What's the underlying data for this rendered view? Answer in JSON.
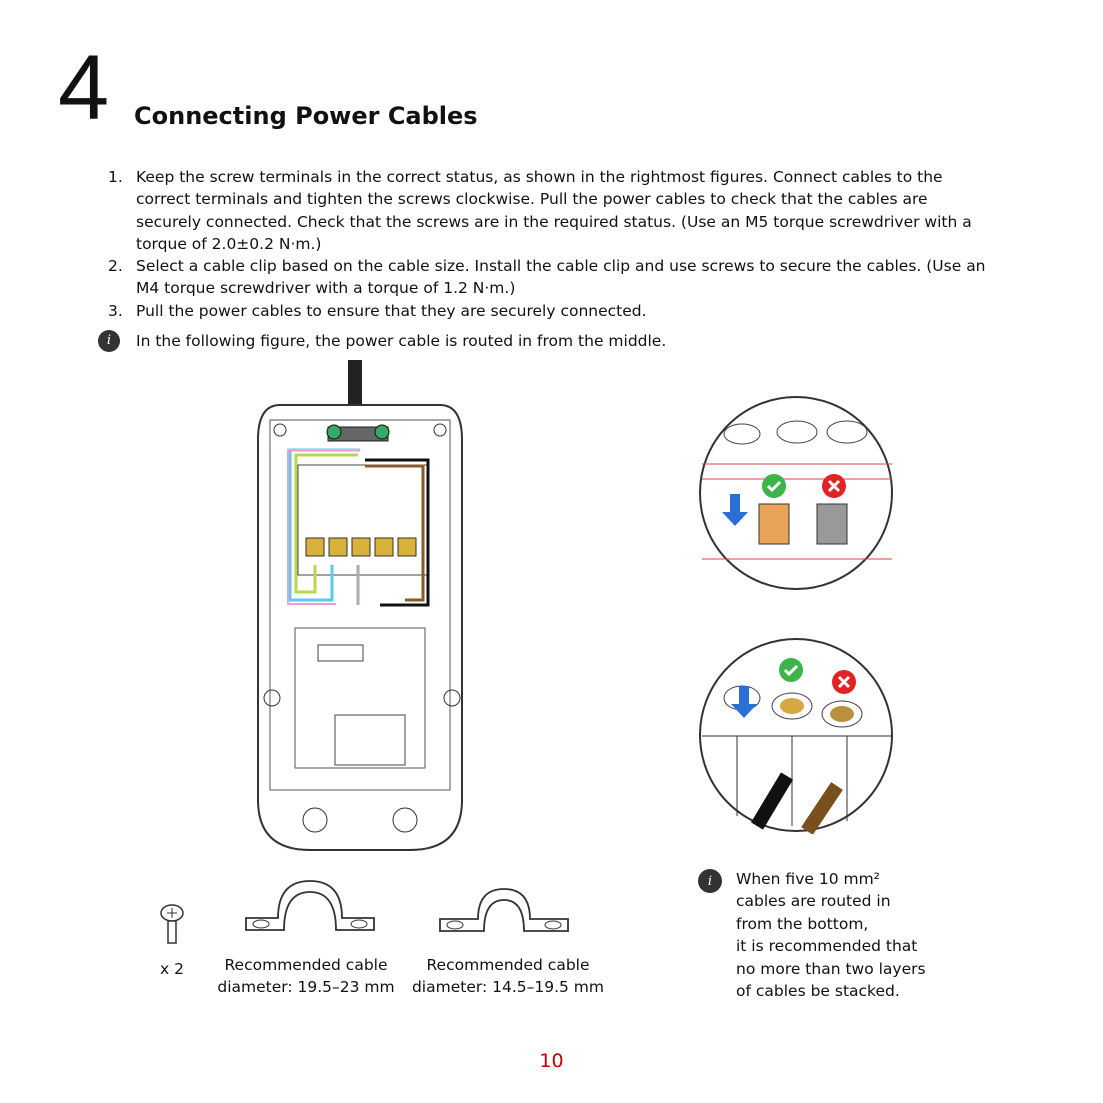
{
  "chapter": {
    "number": "4",
    "title": "Connecting Power Cables"
  },
  "steps": [
    {
      "num": "1.",
      "text": "Keep the screw terminals in the correct status, as shown in the rightmost figures. Connect cables to the correct terminals and tighten the screws clockwise. Pull the power cables to check that the cables are securely connected. Check that the screws are in the required status. (Use an M5 torque screwdriver with a torque of 2.0±0.2 N·m.)"
    },
    {
      "num": "2.",
      "text": "Select a cable clip based on the cable size. Install the cable clip and use screws to secure the cables. (Use an M4 torque screwdriver with a torque of 1.2 N·m.)"
    },
    {
      "num": "3.",
      "text": "Pull the power cables to ensure that they are securely connected."
    }
  ],
  "note_top": {
    "icon": "info-icon",
    "text": "In the following figure, the power cable is routed in from the middle."
  },
  "screw": {
    "qty": "x 2"
  },
  "clips": [
    {
      "line1": "Recommended cable",
      "line2": "diameter: 19.5–23 mm"
    },
    {
      "line1": "Recommended cable",
      "line2": "diameter: 14.5–19.5 mm"
    }
  ],
  "note_bottom": {
    "icon": "info-icon",
    "lines": [
      "When five 10 mm²",
      "cables are routed in",
      "from the bottom,",
      "it is recommended that",
      "no more than two layers",
      "of cables be stacked."
    ]
  },
  "page_number": "10",
  "colors": {
    "page_number": "#c00000",
    "ok": "#3cb44a",
    "bad": "#e02424",
    "arrow": "#2a6fd6"
  }
}
